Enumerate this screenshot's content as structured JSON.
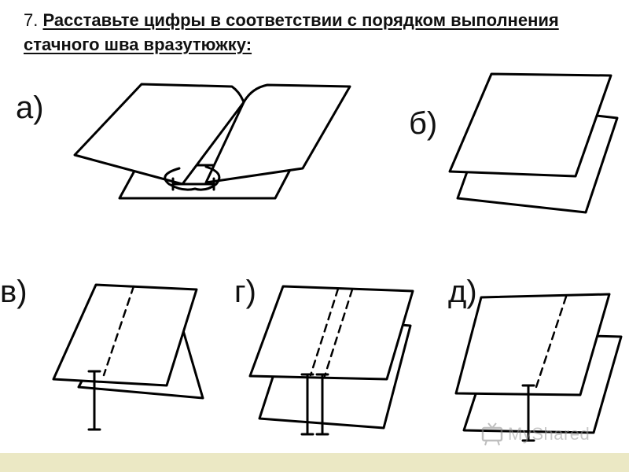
{
  "title": {
    "number": "7.",
    "text": "Расставьте цифры в соответствии с порядком выполнения стачного шва вразутюжку:"
  },
  "figures": {
    "a": {
      "label": "а)"
    },
    "b": {
      "label": "б)"
    },
    "v": {
      "label": "в)"
    },
    "g": {
      "label": "г)"
    },
    "d": {
      "label": "д)"
    }
  },
  "watermark": {
    "text": "MyShared",
    "icon": "tv-screen-icon"
  }
}
